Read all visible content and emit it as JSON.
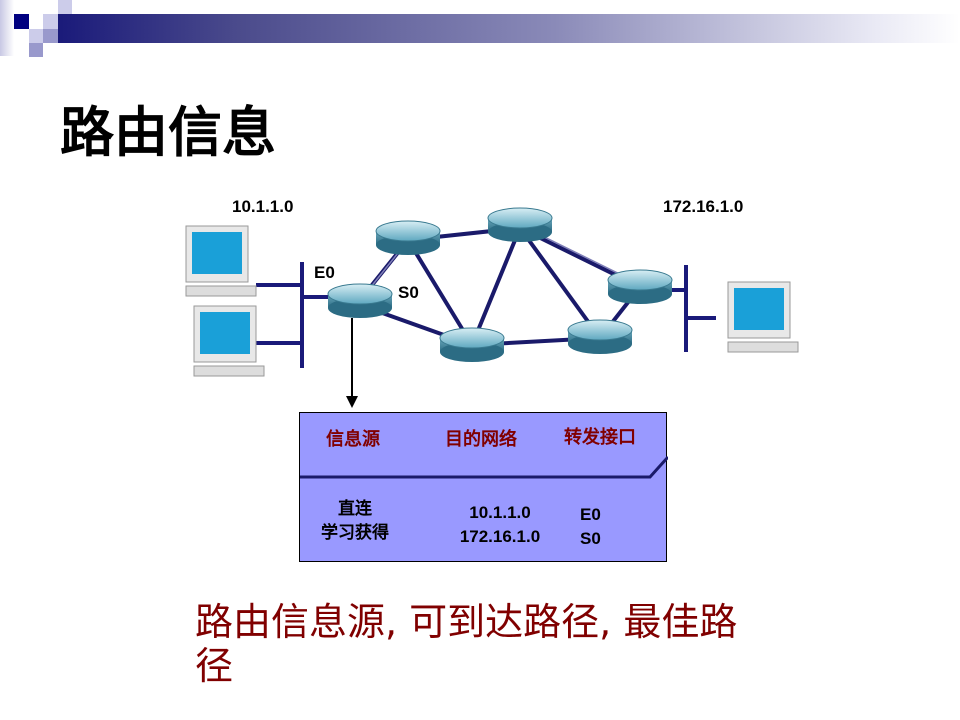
{
  "slide_title": "路由信息",
  "network_labels": {
    "left_network": "10.1.1.0",
    "right_network": "172.16.1.0",
    "interface_e0": "E0",
    "interface_s0": "S0"
  },
  "table": {
    "headers": [
      "信息源",
      "目的网络",
      "转发接口"
    ],
    "rows": [
      {
        "source": "直连",
        "network": "10.1.1.0",
        "interface": "E0"
      },
      {
        "source": "学习获得",
        "network": "172.16.1.0",
        "interface": "S0"
      }
    ]
  },
  "caption": "路由信息源, 可到达路径, 最佳路径",
  "colors": {
    "table_bg": "#9999ff",
    "header_text": "#800000",
    "accent": "#1a1a7a"
  }
}
